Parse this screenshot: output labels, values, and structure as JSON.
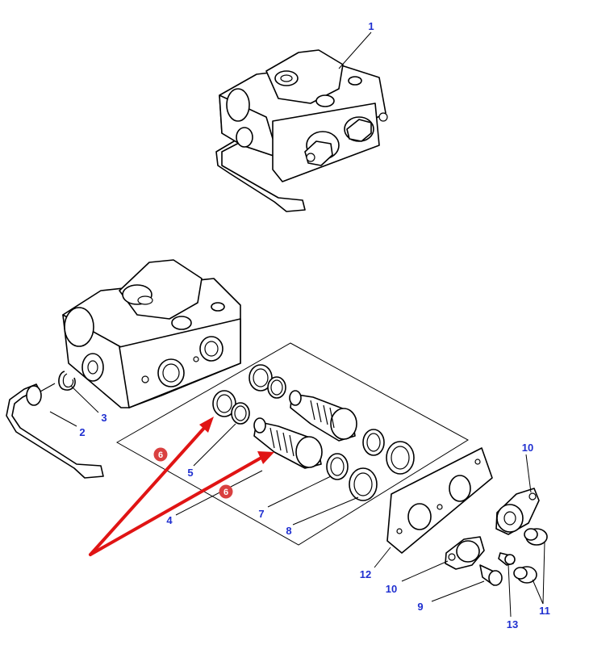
{
  "diagram": {
    "callouts": {
      "c1": "1",
      "c2": "2",
      "c3": "3",
      "c4": "4",
      "c5": "5",
      "c7": "7",
      "c8": "8",
      "c9": "9",
      "c10a": "10",
      "c10b": "10",
      "c11": "11",
      "c12": "12",
      "c13": "13"
    },
    "markers": {
      "m6a": "6",
      "m6b": "6"
    },
    "colors": {
      "callout_text": "#1f2fd0",
      "highlight_arrow": "#e01414",
      "marker_fill": "#d94040"
    }
  }
}
